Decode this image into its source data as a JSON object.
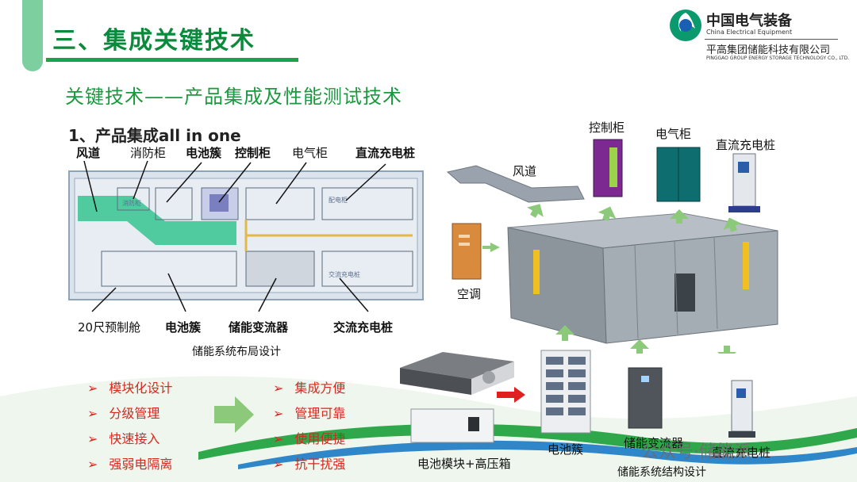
{
  "header": {
    "title": "三、集成关键技术",
    "logo_title": "中国电气装备",
    "logo_subtitle": "China Electrical Equipment",
    "logo_company": "平高集团储能科技有限公司",
    "logo_company_en": "PINGGAO GROUP ENERGY STORAGE TECHNOLOGY CO., LTD."
  },
  "main": {
    "subtitle": "关键技术——产品集成及性能测试技术",
    "section": "1、产品集成all in one"
  },
  "layout_diagram": {
    "top_labels": [
      "风道",
      "消防柜",
      "电池簇",
      "控制柜",
      "电气柜",
      "直流充电桩"
    ],
    "bottom_labels": [
      "20尺预制舱",
      "电池簇",
      "储能变流器",
      "交流充电桩"
    ],
    "inner_labels": [
      "消防柜",
      "配电柜",
      "交流充电桩"
    ],
    "caption": "储能系统布局设计"
  },
  "structure_diagram": {
    "labels": {
      "control_cabinet": "控制柜",
      "electrical_cabinet": "电气柜",
      "dc_charger": "直流充电桩",
      "air_duct": "风道",
      "air_conditioner": "空调",
      "battery_module": "电池模块+高压箱",
      "battery_cluster": "电池簇",
      "pcs": "储能变流器",
      "dc_charger_bottom": "直流充电桩"
    },
    "caption": "储能系统结构设计"
  },
  "features_left": [
    "模块化设计",
    "分级管理",
    "快速接入",
    "强弱电隔离"
  ],
  "features_right": [
    "集成方便",
    "管理可靠",
    "使用便捷",
    "抗干扰强"
  ],
  "watermark": "公众号·储能派",
  "colors": {
    "title_green": "#0b8a3c",
    "subtitle_green": "#1a9a3e",
    "bullet_red": "#d9271e",
    "arrow_green": "#8cc97a"
  }
}
